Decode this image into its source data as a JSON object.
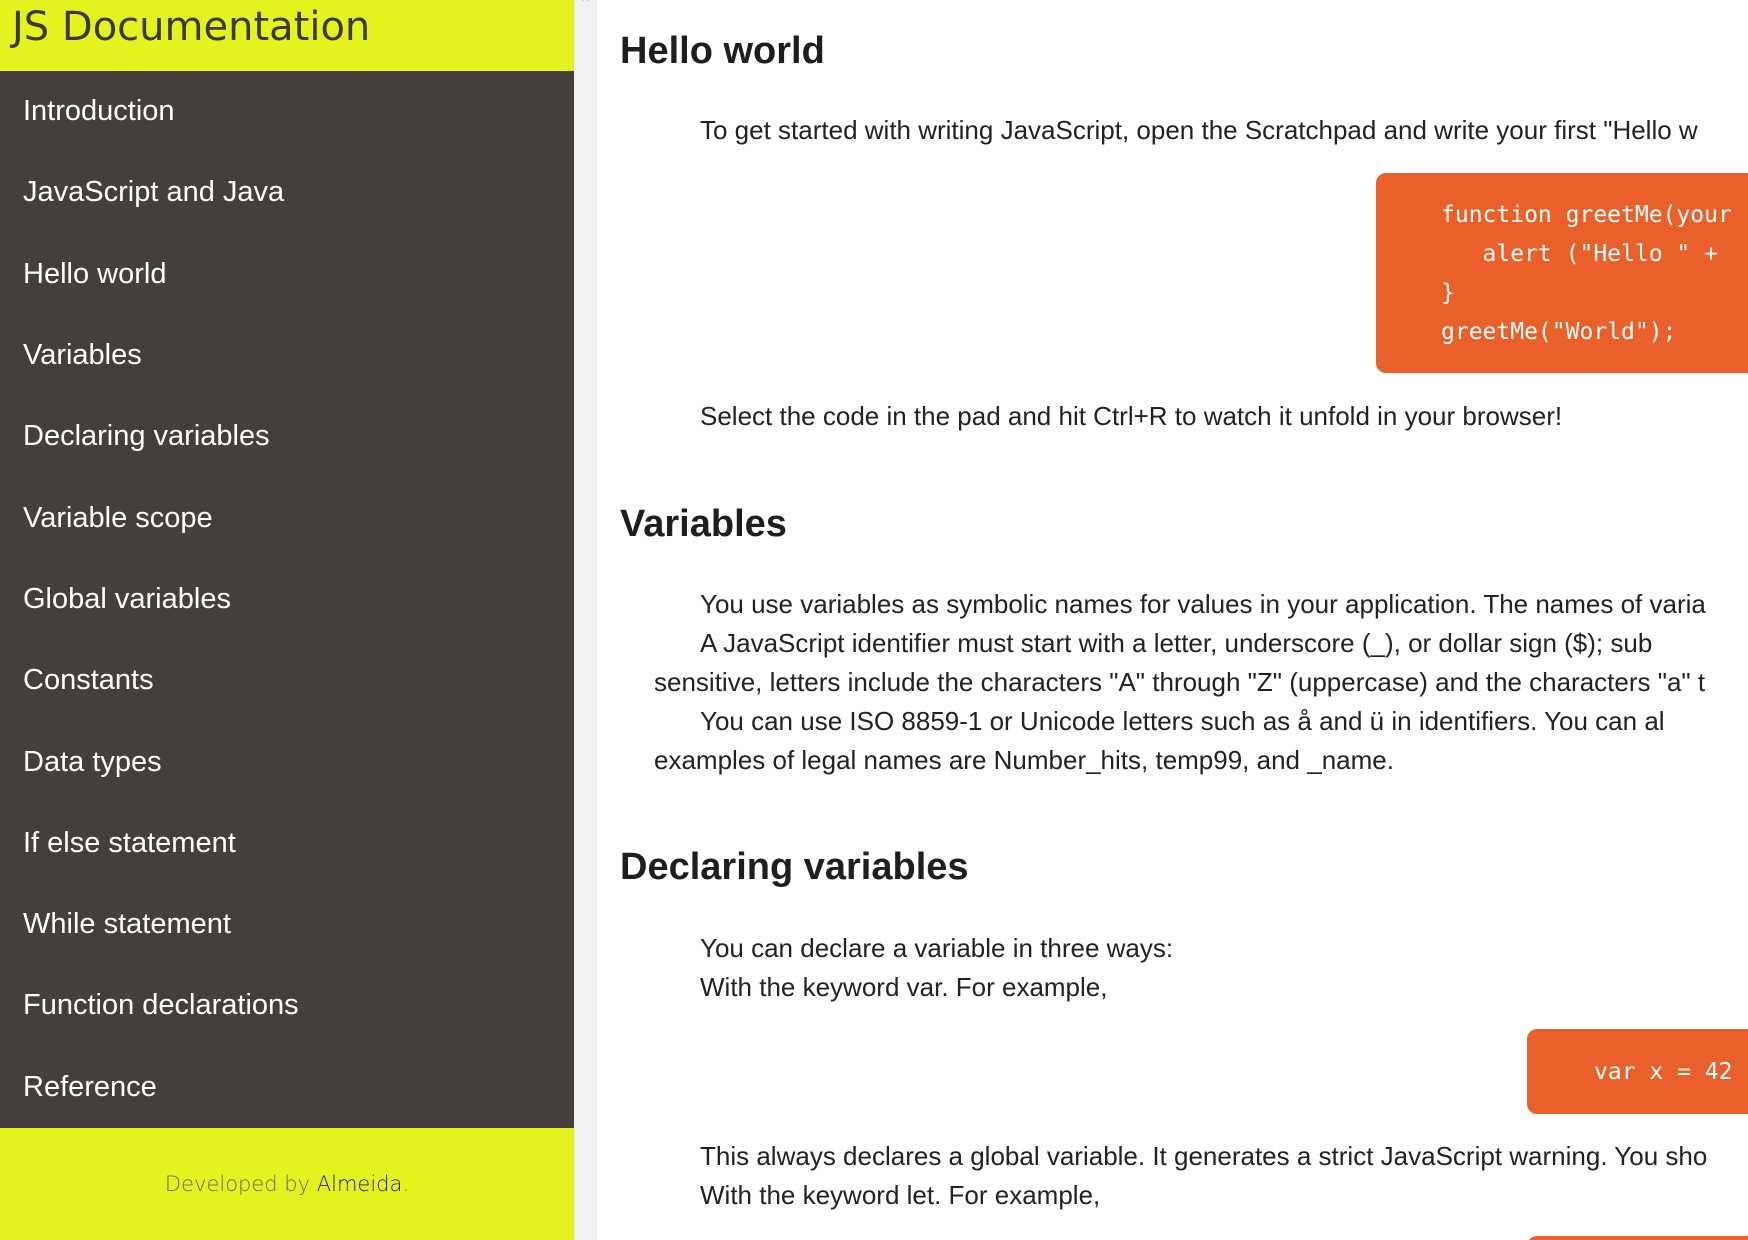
{
  "sidebar": {
    "title": "JS Documentation",
    "items": [
      {
        "label": "Introduction"
      },
      {
        "label": "JavaScript and Java"
      },
      {
        "label": "Hello world"
      },
      {
        "label": "Variables"
      },
      {
        "label": "Declaring variables"
      },
      {
        "label": "Variable scope"
      },
      {
        "label": "Global variables"
      },
      {
        "label": "Constants"
      },
      {
        "label": "Data types"
      },
      {
        "label": "If else statement"
      },
      {
        "label": "While statement"
      },
      {
        "label": "Function declarations"
      },
      {
        "label": "Reference"
      }
    ],
    "footer": {
      "prefix": "Developed by ",
      "author": "Almeida",
      "suffix": "."
    }
  },
  "scrollbar": {
    "up_arrow_glyph": "^"
  },
  "main": {
    "hello_world": {
      "title": "Hello world",
      "intro": "To get started with writing JavaScript, open the Scratchpad and write your first \"Hello w",
      "code": [
        "function greetMe(your",
        "   alert (\"Hello \" +",
        "}",
        "greetMe(\"World\");"
      ],
      "after": "Select the code in the pad and hit Ctrl+R to watch it unfold in your browser!"
    },
    "variables": {
      "title": "Variables",
      "lines": [
        "You use variables as symbolic names for values in your application. The names of varia",
        "A JavaScript identifier must start with a letter, underscore (_), or dollar sign ($); sub",
        "sensitive, letters include the characters \"A\" through \"Z\" (uppercase) and the characters \"a\" t",
        "You can use ISO 8859-1 or Unicode letters such as å and ü in identifiers. You can al",
        "examples of legal names are Number_hits, temp99, and _name."
      ]
    },
    "declaring": {
      "title": "Declaring variables",
      "line1": "You can declare a variable in three ways:",
      "line2": "With the keyword var. For example,",
      "code": "var x = 42",
      "line3": "This always declares a global variable. It generates a strict JavaScript warning. You sho",
      "line4": "With the keyword let. For example,"
    }
  },
  "colors": {
    "accent_yellow": "#e4f31d",
    "sidebar_bg": "#443f3c",
    "code_bg": "#e9602a"
  }
}
